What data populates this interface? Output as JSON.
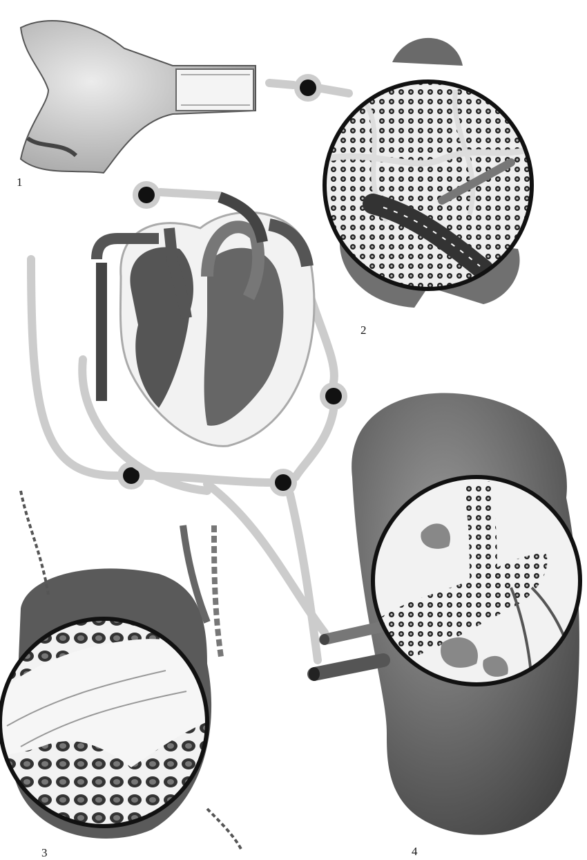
{
  "figure": {
    "panel_labels": [
      "1",
      "2",
      "3",
      "4"
    ],
    "colors": {
      "ink": "#111111",
      "dark_tissue": "#4a4a4a",
      "mid_tissue": "#7a7a7a",
      "light_tissue": "#b8b8b8",
      "vessel": "#8a8a8a",
      "background": "#ffffff"
    },
    "panels": [
      {
        "label_index": 0,
        "subject": "bone-icon"
      },
      {
        "label_index": 1,
        "subject": "bone-marrow-magnified-icon"
      },
      {
        "label_index": 2,
        "subject": "thymus-magnified-icon"
      },
      {
        "label_index": 3,
        "subject": "spleen-magnified-icon"
      }
    ],
    "center_subject": "heart-icon"
  }
}
